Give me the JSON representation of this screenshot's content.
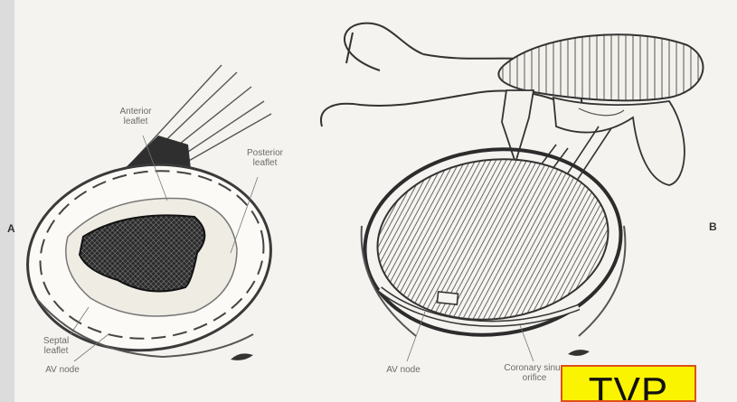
{
  "panel_a": {
    "letter": "A",
    "labels": {
      "anterior_leaflet": "Anterior leaflet",
      "posterior_leaflet": "Posterior leaflet",
      "septal_leaflet": "Septal leaflet",
      "av_node": "AV node"
    }
  },
  "panel_b": {
    "letter": "B",
    "labels": {
      "av_node": "AV node",
      "coronary_sinus_orifice": "Coronary sinus orifice"
    }
  },
  "badge": {
    "text": "TVP"
  },
  "colors": {
    "background": "#f4f3ef",
    "ink": "#222222",
    "badge_fill": "#fbf400",
    "badge_border": "#e0501a"
  }
}
